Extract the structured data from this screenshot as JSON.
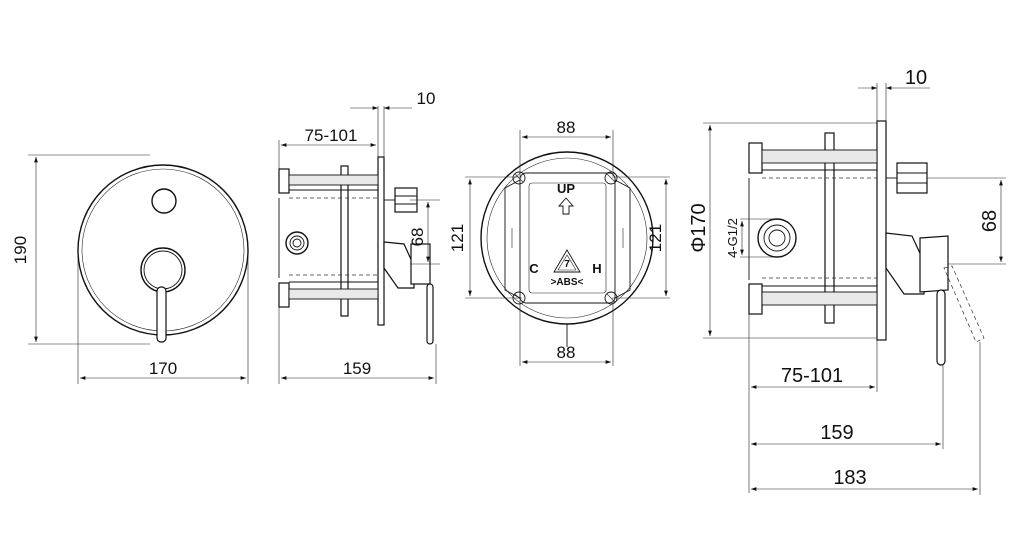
{
  "front_view": {
    "height_label": "190",
    "width_label": "170"
  },
  "side_view": {
    "depth_label": "75-101",
    "plate_label": "10",
    "outlet_label": "68",
    "total_label": "159"
  },
  "box_view": {
    "top_label": "88",
    "bottom_label": "88",
    "left_label": "121",
    "right_label": "121",
    "up_label": "UP",
    "cold_label": "C",
    "hot_label": "H",
    "recycle_number": "7",
    "material_label": ">ABS<"
  },
  "section_view": {
    "plate_label": "10",
    "diameter_label": "Φ170",
    "thread_label": "4-G1/2",
    "outlet_label": "68",
    "depth_label": "75-101",
    "body_label": "159",
    "total_label": "183"
  }
}
